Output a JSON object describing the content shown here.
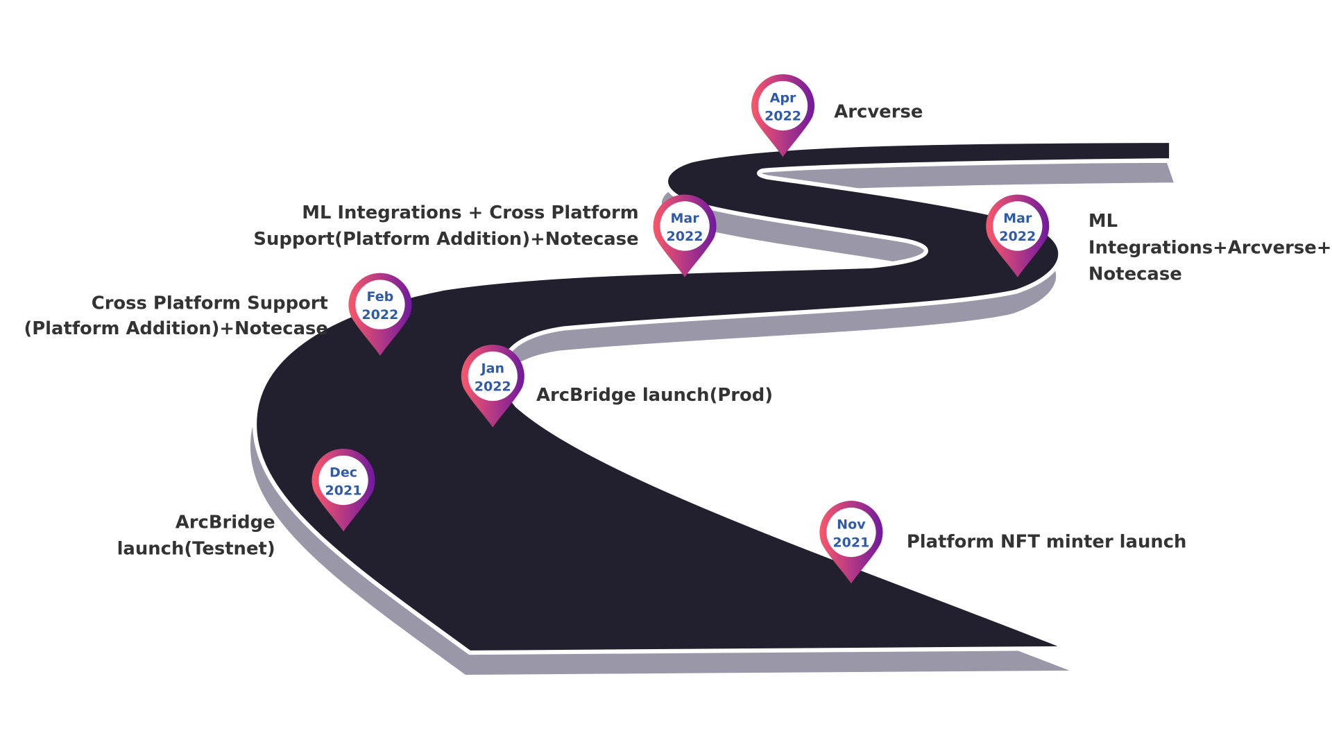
{
  "colors": {
    "road": "#22202f",
    "shadow": "#9a98a8",
    "pin_start": "#f9586a",
    "pin_end": "#6f1a9e",
    "date_text": "#2f5aa8",
    "label_text": "#333333"
  },
  "milestones": [
    {
      "month": "Nov",
      "year": "2021",
      "label": [
        "Platform NFT minter launch"
      ]
    },
    {
      "month": "Dec",
      "year": "2021",
      "label": [
        "ArcBridge",
        "launch(Testnet)"
      ]
    },
    {
      "month": "Jan",
      "year": "2022",
      "label": [
        "ArcBridge launch(Prod)"
      ]
    },
    {
      "month": "Feb",
      "year": "2022",
      "label": [
        "Cross Platform Support",
        "(Platform Addition)+Notecase"
      ]
    },
    {
      "month": "Mar",
      "year": "2022",
      "label": [
        "ML Integrations + Cross Platform",
        "Support(Platform Addition)+Notecase"
      ]
    },
    {
      "month": "Mar",
      "year": "2022",
      "label": [
        "ML",
        "Integrations+Arcverse+",
        "Notecase"
      ]
    },
    {
      "month": "Apr",
      "year": "2022",
      "label": [
        "Arcverse"
      ]
    }
  ]
}
